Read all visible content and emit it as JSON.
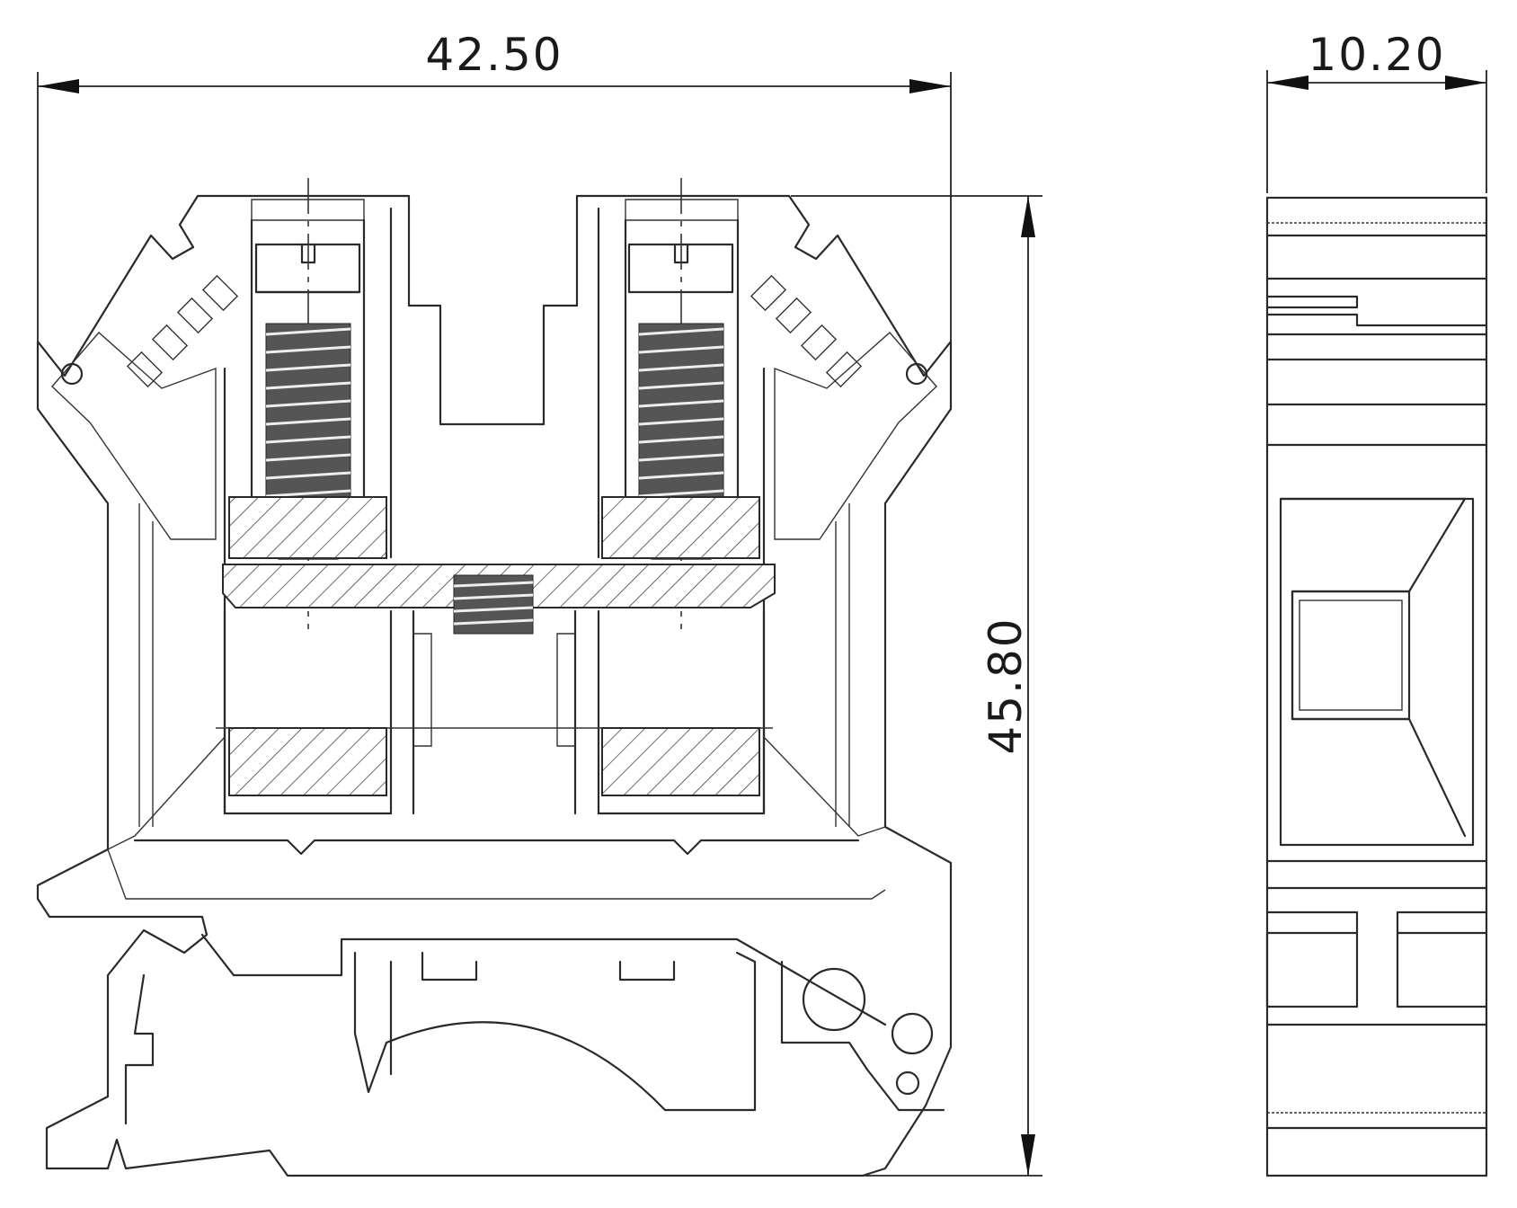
{
  "dimensions": {
    "width_label": "42.50",
    "height_label": "45.80",
    "depth_label": "10.20"
  },
  "colors": {
    "line": "#2a2a2a",
    "background": "#ffffff",
    "spring": "#555555"
  }
}
